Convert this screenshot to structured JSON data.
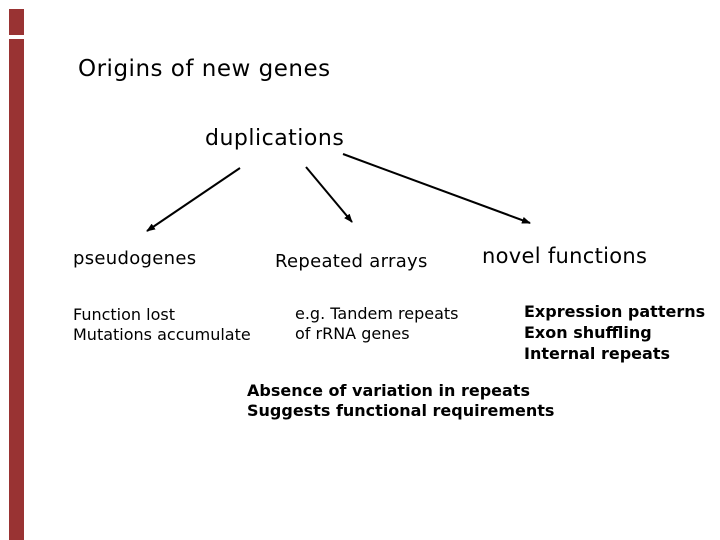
{
  "slide": {
    "title": "Origins of new genes",
    "root_node": "duplications",
    "branches": [
      {
        "label": "pseudogenes",
        "details": [
          "Function lost",
          "Mutations accumulate"
        ]
      },
      {
        "label": "Repeated arrays",
        "details": [
          "e.g. Tandem repeats",
          "of rRNA genes"
        ]
      },
      {
        "label": "novel functions",
        "details": [
          "Expression patterns",
          "Exon shuffling",
          "Internal repeats"
        ]
      }
    ],
    "footnote": [
      "Absence of variation in repeats",
      "Suggests functional requirements"
    ],
    "accent_color": "#993333",
    "arrow_color": "#000000"
  }
}
